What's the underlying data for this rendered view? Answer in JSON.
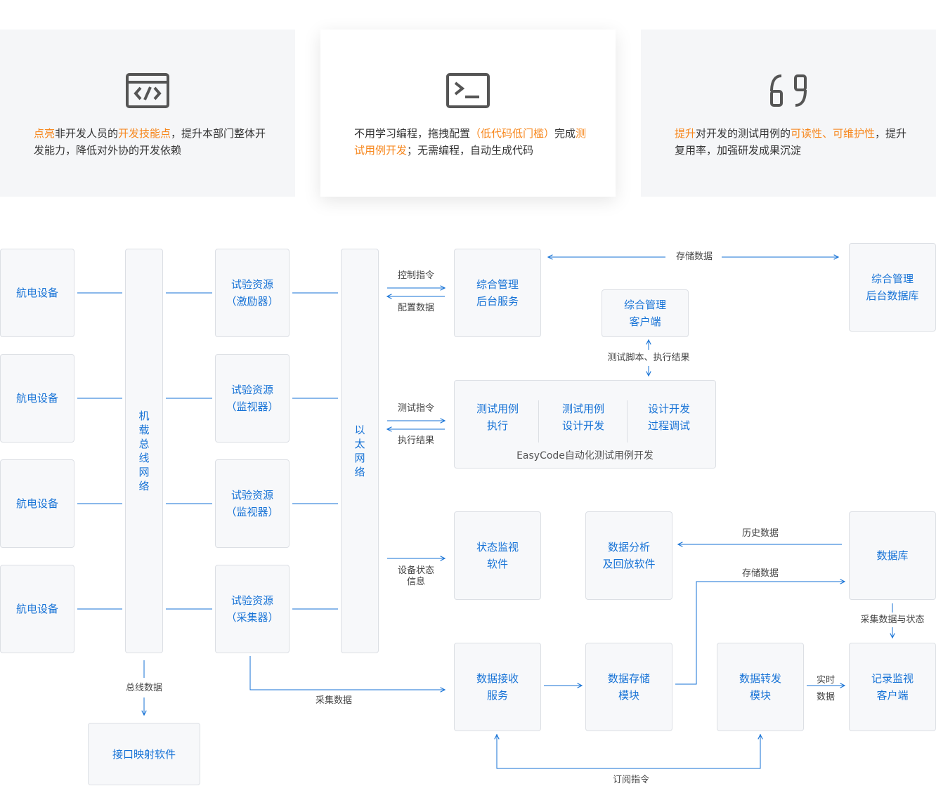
{
  "features": [
    {
      "icon": "code-window-icon",
      "segments": [
        {
          "t": "点亮",
          "hl": true
        },
        {
          "t": "非开发人员的",
          "hl": false
        },
        {
          "t": "开发技能点",
          "hl": true
        },
        {
          "t": "，提升本部门整体开发能力，降低对外协的开发依赖",
          "hl": false
        }
      ]
    },
    {
      "icon": "terminal-icon",
      "segments": [
        {
          "t": "不用学习编程，拖拽配置",
          "hl": false
        },
        {
          "t": "（低代码低门槛）",
          "hl": true
        },
        {
          "t": "完成",
          "hl": false
        },
        {
          "t": "测试用例开发",
          "hl": true
        },
        {
          "t": "；无需编程，自动生成代码",
          "hl": false
        }
      ]
    },
    {
      "icon": "quote-icon",
      "segments": [
        {
          "t": "提升",
          "hl": true
        },
        {
          "t": "对开发的测试用例的",
          "hl": false
        },
        {
          "t": "可读性、可维护性",
          "hl": true
        },
        {
          "t": "，提升复用率，加强研发成果沉淀",
          "hl": false
        }
      ]
    }
  ],
  "diagram": {
    "devices": [
      "航电设备",
      "航电设备",
      "航电设备",
      "航电设备"
    ],
    "bus": "机载总线网络",
    "resources": [
      [
        "试验资源",
        "（激励器）"
      ],
      [
        "试验资源",
        "（监视器）"
      ],
      [
        "试验资源",
        "（监视器）"
      ],
      [
        "试验资源",
        "（采集器）"
      ]
    ],
    "ethernet": "以太网络",
    "mgmt_backend": [
      "综合管理",
      "后台服务"
    ],
    "mgmt_db": [
      "综合管理",
      "后台数据库"
    ],
    "mgmt_client": [
      "综合管理",
      "客户端"
    ],
    "easycode": {
      "cells": [
        [
          "测试用例",
          "执行"
        ],
        [
          "测试用例",
          "设计开发"
        ],
        [
          "设计开发",
          "过程调试"
        ]
      ],
      "caption": "EasyCode自动化测试用例开发"
    },
    "status_monitor": [
      "状态监视",
      "软件"
    ],
    "data_analysis": [
      "数据分析",
      "及回放软件"
    ],
    "database": "数据库",
    "data_recv": [
      "数据接收",
      "服务"
    ],
    "data_store": [
      "数据存储",
      "模块"
    ],
    "data_forward": [
      "数据转发",
      "模块"
    ],
    "record_client": [
      "记录监视",
      "客户端"
    ],
    "interface_sw": "接口映射软件",
    "labels": {
      "control_cmd": "控制指令",
      "config_data": "配置数据",
      "store_data_top": "存储数据",
      "script_result": "测试脚本、执行结果",
      "test_cmd": "测试指令",
      "exec_result": "执行结果",
      "device_status": [
        "设备状态",
        "信息"
      ],
      "history_data": "历史数据",
      "store_data": "存储数据",
      "collect_status": "采集数据与状态",
      "realtime": [
        "实时",
        "数据"
      ],
      "bus_data": "总线数据",
      "collect_data": "采集数据",
      "subscribe_cmd": "订阅指令"
    }
  }
}
